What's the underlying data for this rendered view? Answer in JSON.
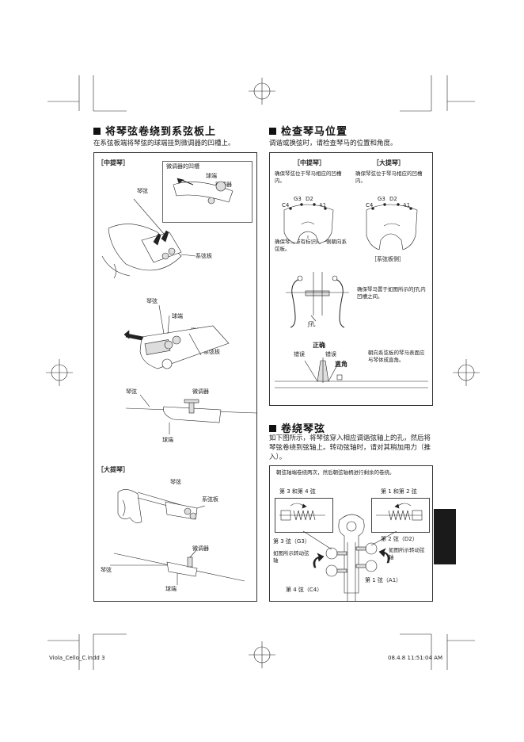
{
  "left_section": {
    "title": "将琴弦卷绕到系弦板上",
    "subtitle": "在系弦板端将琴弦的球端挂到微调器的凹槽上。",
    "cello_label": "［中提琴］",
    "bass_label": "［大提琴］",
    "labels": {
      "fine_tuner_groove": "微调器的凹槽",
      "ball_end": "球端",
      "fine_tuner": "微调器",
      "string": "琴弦",
      "tailpiece": "系弦板"
    }
  },
  "right_top": {
    "title": "检查琴马位置",
    "subtitle": "调谐或换弦时，请检查琴马的位置和角度。",
    "col_viola": "［中提琴］",
    "col_cello": "［大提琴］",
    "note_groove": "确保琴弦位于琴马相应的凹槽内。",
    "strings": {
      "c4": "C4",
      "g3": "G3",
      "d2": "D2",
      "a1": "A1"
    },
    "note_mark": "确保琴马带有标识的一侧朝向系弦板。",
    "tailpiece_side": "［系弦板侧］",
    "note_f_holes": "确保琴马置于如图所示的ƒ孔内凹槽之间。",
    "f_hole": "ƒ孔",
    "correct": "正确",
    "wrong": "错误",
    "right_angle": "直角",
    "note_angle": "朝向系弦板的琴马表面应与琴体成直角。"
  },
  "right_bottom": {
    "title": "卷绕琴弦",
    "body": "如下图所示，将琴弦穿入相应调谐弦轴上的孔，然后将琴弦卷绕到弦轴上。转动弦轴时，请对其稍加用力（推入）。",
    "box_note": "朝弦轴端卷绕两次，然后朝弦轴柄进行剩余的卷绕。",
    "strings_3_4": "第 3 和第 4 弦",
    "strings_1_2": "第 1 和第 2 弦",
    "string_3": "第 3 弦（G3）",
    "string_2": "第 2 弦（D2）",
    "turn_left": "如图所示转动弦轴",
    "turn_right": "如图所示转动弦轴",
    "string_1": "第 1 弦（A1）",
    "string_4": "第 4 弦（C4）"
  },
  "footer": {
    "file": "Viola_Cello_C.indd   3",
    "timestamp": "08.4.8   11:51:04 AM"
  }
}
